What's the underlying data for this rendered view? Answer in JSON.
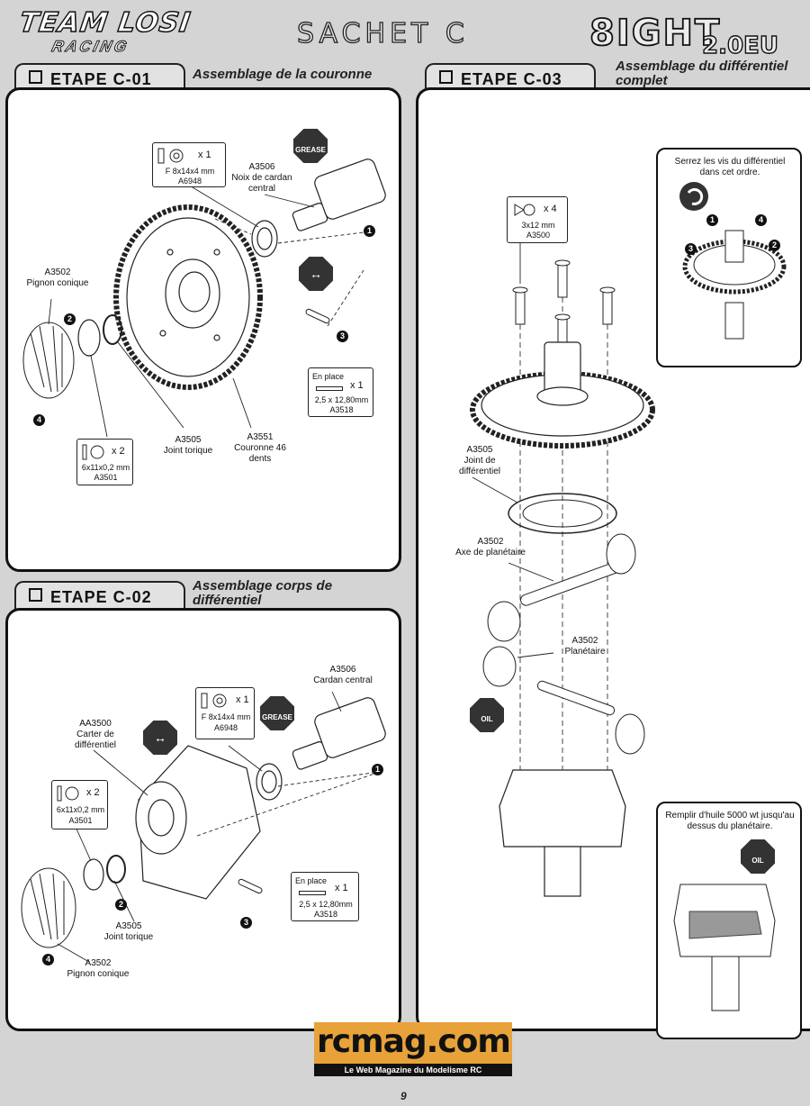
{
  "header": {
    "brand": "TEAM LOSI",
    "brand_sub": "RACING",
    "sachet": "SACHET C",
    "model": "8IGHT",
    "model_version": "2.0EU"
  },
  "steps": {
    "c01": {
      "label": "ETAPE C-01",
      "title": "Assemblage de la couronne",
      "parts": {
        "bearing": {
          "qty": "x 1",
          "size": "F 8x14x4 mm",
          "ref": "A6948"
        },
        "cardan": {
          "ref": "A3506",
          "name": "Noix de cardan central"
        },
        "pinion": {
          "ref": "A3502",
          "name": "Pignon conique"
        },
        "oring": {
          "ref": "A3505",
          "name": "Joint torique"
        },
        "washer": {
          "qty": "x 2",
          "size": "6x11x0,2 mm",
          "ref": "A3501"
        },
        "ring_gear": {
          "ref": "A3551",
          "name": "Couronne 46 dents"
        },
        "pin": {
          "note": "En place",
          "qty": "x 1",
          "size": "2,5 x 12,80mm",
          "ref": "A3518"
        }
      },
      "badges": {
        "grease": "GREASE"
      },
      "markers": [
        "1",
        "2",
        "3",
        "4"
      ]
    },
    "c02": {
      "label": "ETAPE C-02",
      "title": "Assemblage corps de différentiel",
      "parts": {
        "case": {
          "ref": "AA3500",
          "name": "Carter de différentiel"
        },
        "bearing": {
          "qty": "x 1",
          "size": "F 8x14x4 mm",
          "ref": "A6948"
        },
        "cardan": {
          "ref": "A3506",
          "name": "Cardan central"
        },
        "washer": {
          "qty": "x 2",
          "size": "6x11x0,2 mm",
          "ref": "A3501"
        },
        "pin": {
          "note": "En place",
          "qty": "x 1",
          "size": "2,5 x 12,80mm",
          "ref": "A3518"
        },
        "oring": {
          "ref": "A3505",
          "name": "Joint torique"
        },
        "pinion": {
          "ref": "A3502",
          "name": "Pignon conique"
        }
      },
      "badges": {
        "grease": "GREASE"
      },
      "markers": [
        "1",
        "2",
        "3",
        "4"
      ]
    },
    "c03": {
      "label": "ETAPE C-03",
      "title": "Assemblage du différentiel complet",
      "parts": {
        "screw": {
          "qty": "x 4",
          "size": "3x12 mm",
          "ref": "A3500"
        },
        "oring": {
          "ref": "A3505",
          "name": "Joint de différentiel"
        },
        "shaft": {
          "ref": "A3502",
          "name": "Axe de planétaire"
        },
        "planet": {
          "ref": "A3502",
          "name": "Planétaire"
        }
      },
      "badges": {
        "oil": "OIL"
      },
      "inset_screws": {
        "text": "Serrez les vis du différentiel dans cet ordre.",
        "order": [
          "1",
          "2",
          "3",
          "4"
        ]
      },
      "inset_oil": {
        "text": "Remplir d'huile 5000 wt jusqu'au dessus du planétaire.",
        "badge": "OIL"
      }
    }
  },
  "footer": {
    "logo": "rcmag.com",
    "tagline": "Le Web Magazine du Modelisme RC",
    "page": "9"
  }
}
